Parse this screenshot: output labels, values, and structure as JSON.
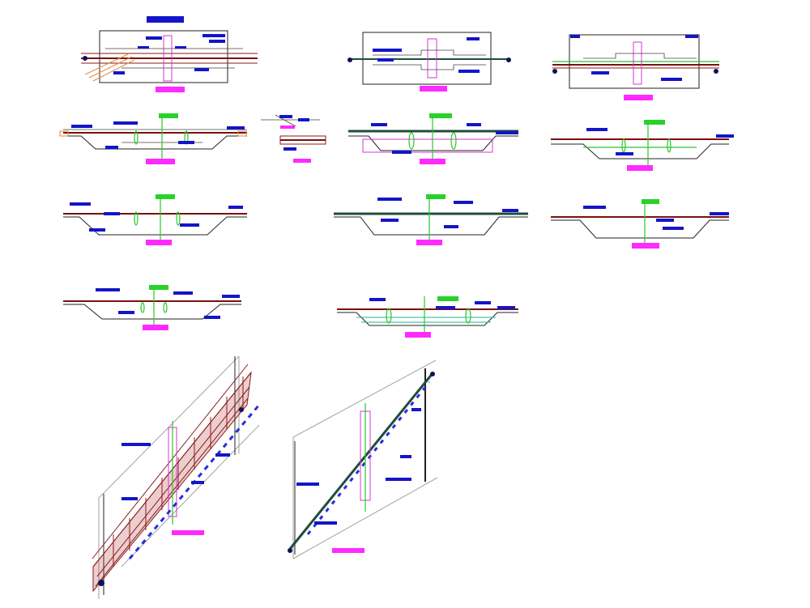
{
  "palette": {
    "label_blue": "#1414c8",
    "tag_magenta": "#ff2aff",
    "tag_green": "#28d228",
    "beam_brown": "#7a1010",
    "beam_darkgreen": "#1f4d3c",
    "outline_black": "#222222",
    "ground_orange": "#e08a3c",
    "cyan_line": "#1fb39a"
  },
  "drawing": {
    "panels": [
      {
        "id": "plan-1",
        "kind": "plan"
      },
      {
        "id": "plan-2",
        "kind": "plan"
      },
      {
        "id": "plan-3",
        "kind": "plan"
      },
      {
        "id": "section-1",
        "kind": "section"
      },
      {
        "id": "detail-small",
        "kind": "detail"
      },
      {
        "id": "section-2",
        "kind": "section"
      },
      {
        "id": "section-3",
        "kind": "section"
      },
      {
        "id": "section-4",
        "kind": "section"
      },
      {
        "id": "section-5",
        "kind": "section"
      },
      {
        "id": "section-6",
        "kind": "section"
      },
      {
        "id": "section-7",
        "kind": "section"
      },
      {
        "id": "section-8",
        "kind": "section"
      },
      {
        "id": "skew-plan-1",
        "kind": "skew-plan"
      },
      {
        "id": "skew-plan-2",
        "kind": "skew-plan"
      }
    ]
  }
}
